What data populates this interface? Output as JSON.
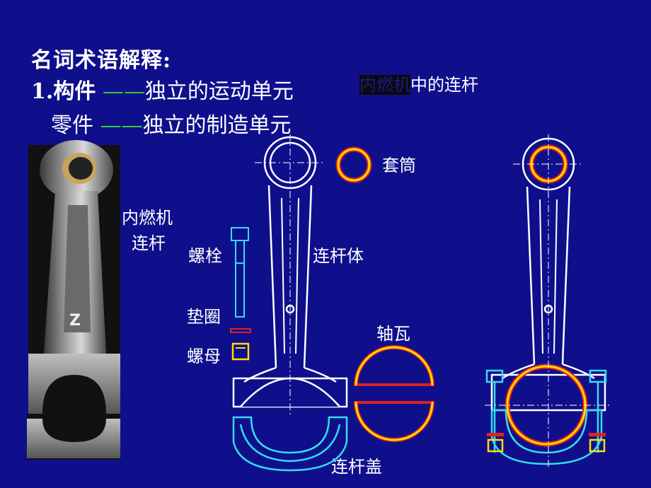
{
  "heading": {
    "title": "名词术语解释:",
    "line1_term": "1.构件",
    "line1_dash": "——",
    "line1_def": "独立的运动单元",
    "line2_term": "零件",
    "line2_dash": "——",
    "line2_def": "独立的制造单元"
  },
  "caption": {
    "highlight": "内燃机",
    "rest": "中的连杆"
  },
  "photo_label": {
    "line1": "内燃机",
    "line2": "连杆"
  },
  "parts": {
    "bushing": "套筒",
    "bolt": "螺栓",
    "rod_body": "连杆体",
    "washer": "垫圈",
    "nut": "螺母",
    "bearing_shell": "轴瓦",
    "rod_cap": "连杆盖"
  },
  "colors": {
    "background": "#0f0f8c",
    "outline": "#ffffff",
    "cyan_part": "#33ddee",
    "ring_yellow": "#ffdd00",
    "ring_red": "#dd2222",
    "dash_green": "#33cc33"
  }
}
